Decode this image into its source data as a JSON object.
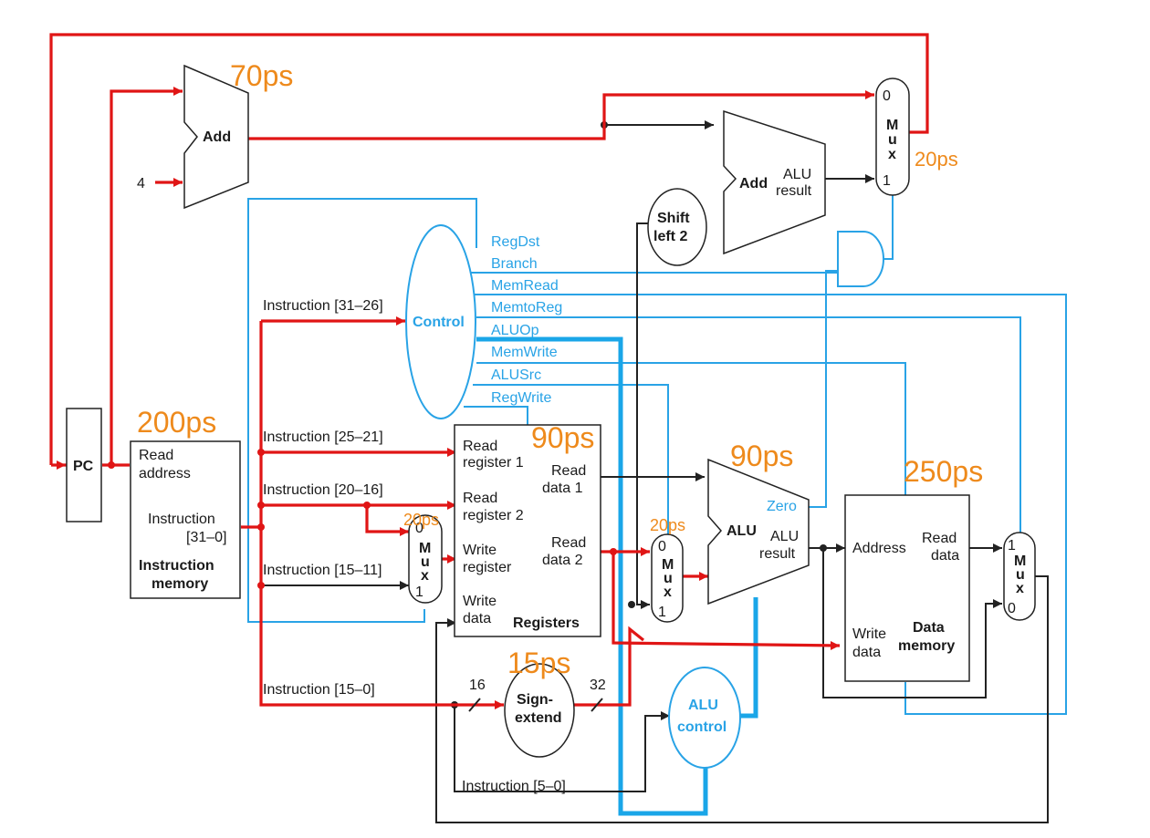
{
  "colors": {
    "datapath": "#222222",
    "critical_path": "#e01515",
    "control": "#29a3e6",
    "latency": "#ee8a1c"
  },
  "latencies": {
    "add_pc": "70ps",
    "mux_pc": "20ps",
    "instruction_memory": "200ps",
    "registers": "90ps",
    "alu": "90ps",
    "data_memory": "250ps",
    "mux_regdst": "20ps",
    "mux_alusrc": "20ps",
    "sign_extend": "15ps"
  },
  "blocks": {
    "pc": "PC",
    "add_pc": "Add",
    "constant_four": "4",
    "add_branch": {
      "name": "Add",
      "result1": "ALU",
      "result2": "result"
    },
    "shift_left": {
      "line1": "Shift",
      "line2": "left 2"
    },
    "control": "Control",
    "instruction_memory": {
      "read1": "Read",
      "read2": "address",
      "instr1": "Instruction",
      "instr2": "[31–0]",
      "title1": "Instruction",
      "title2": "memory"
    },
    "registers": {
      "rr1a": "Read",
      "rr1b": "register 1",
      "rr2a": "Read",
      "rr2b": "register 2",
      "wra": "Write",
      "wrb": "register",
      "wda": "Write",
      "wdb": "data",
      "rd1a": "Read",
      "rd1b": "data 1",
      "rd2a": "Read",
      "rd2b": "data 2",
      "title": "Registers"
    },
    "alu": {
      "name": "ALU",
      "zero": "Zero",
      "result1": "ALU",
      "result2": "result"
    },
    "data_memory": {
      "address": "Address",
      "read1": "Read",
      "read2": "data",
      "write1": "Write",
      "write2": "data",
      "title1": "Data",
      "title2": "memory"
    },
    "sign_extend": {
      "line1": "Sign-",
      "line2": "extend",
      "in_bits": "16",
      "out_bits": "32"
    },
    "alu_control": {
      "line1": "ALU",
      "line2": "control"
    },
    "mux": {
      "m": "M",
      "u": "u",
      "x": "x",
      "zero": "0",
      "one": "1"
    }
  },
  "instruction_fields": {
    "op": "Instruction [31–26]",
    "rs": "Instruction [25–21]",
    "rt": "Instruction [20–16]",
    "rd": "Instruction [15–11]",
    "imm": "Instruction [15–0]",
    "funct": "Instruction [5–0]"
  },
  "control_signals": [
    "RegDst",
    "Branch",
    "MemRead",
    "MemtoReg",
    "ALUOp",
    "MemWrite",
    "ALUSrc",
    "RegWrite"
  ]
}
